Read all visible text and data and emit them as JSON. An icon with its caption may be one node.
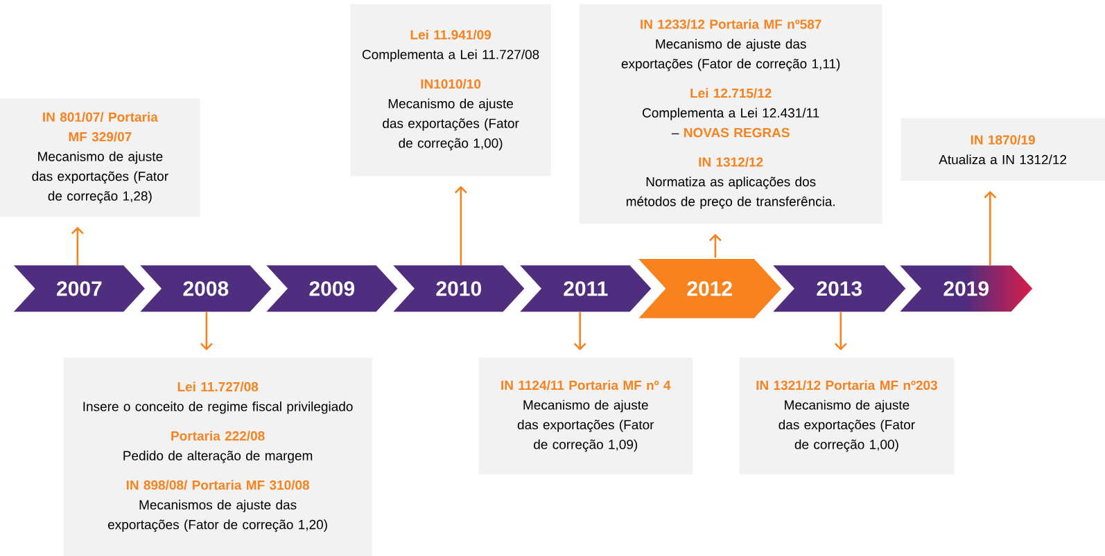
{
  "diagram": {
    "nodes": [
      {
        "text": [
          "2007"
        ]
      },
      {
        "text": [
          "2008"
        ]
      },
      {
        "text": [
          "2009"
        ]
      },
      {
        "text": [
          "2010"
        ]
      },
      {
        "text": [
          "2011"
        ]
      },
      {
        "text": [
          "2012"
        ]
      },
      {
        "text": [
          "2013"
        ]
      },
      {
        "text": [
          "2019"
        ]
      },
      {
        "text": [
          "IN 801/07/ Portaria MF 329/07",
          "Mecanismo de ajuste das exportações (Fator de correção 1,28)"
        ]
      },
      {
        "text": [
          "Lei 11.727/08",
          "Insere o conceito de regime fiscal privilegiado",
          "Portaria 222/08",
          "Pedido de alteração de margem",
          "IN 898/08/ Portaria MF 310/08",
          "Mecanismos de ajuste das exportações (Fator de correção 1,20)"
        ]
      },
      {
        "text": [
          "Lei 11.941/09",
          "Complementa a Lei 11.727/08",
          "IN1010/10",
          "Mecanismo de ajuste das exportações (Fator de correção 1,00)"
        ]
      },
      {
        "text": [
          "IN 1124/11 Portaria MF nº 4",
          "Mecanismo de ajuste das exportações (Fator de correção 1,09)"
        ]
      },
      {
        "text": [
          "IN 1233/12 Portaria MF nº587",
          "Mecanismo de ajuste das exportações (Fator de correção 1,11)",
          "Lei 12.715/12",
          "Complementa a Lei 12.431/11 – **NOVAS REGRAS**",
          "IN 1312/12",
          "Normatiza as aplicações dos métodos de preço de transferência."
        ]
      },
      {
        "text": [
          "IN 1321/12 Portaria MF nº203",
          "Mecanismo de ajuste das exportações (Fator de correção 1,00)"
        ]
      },
      {
        "text": [
          "IN 1870/19",
          "Atualiza a IN 1312/12"
        ]
      }
    ],
    "edges": [
      {
        "from": 0,
        "to": 8,
        "arrow": "to"
      },
      {
        "from": 1,
        "to": 9,
        "arrow": "to"
      },
      {
        "from": 3,
        "to": 10,
        "arrow": "to"
      },
      {
        "from": 4,
        "to": 11,
        "arrow": "to"
      },
      {
        "from": 5,
        "to": 12,
        "arrow": "to"
      },
      {
        "from": 6,
        "to": 13,
        "arrow": "to"
      },
      {
        "from": 7,
        "to": 14,
        "arrow": "to"
      }
    ]
  }
}
